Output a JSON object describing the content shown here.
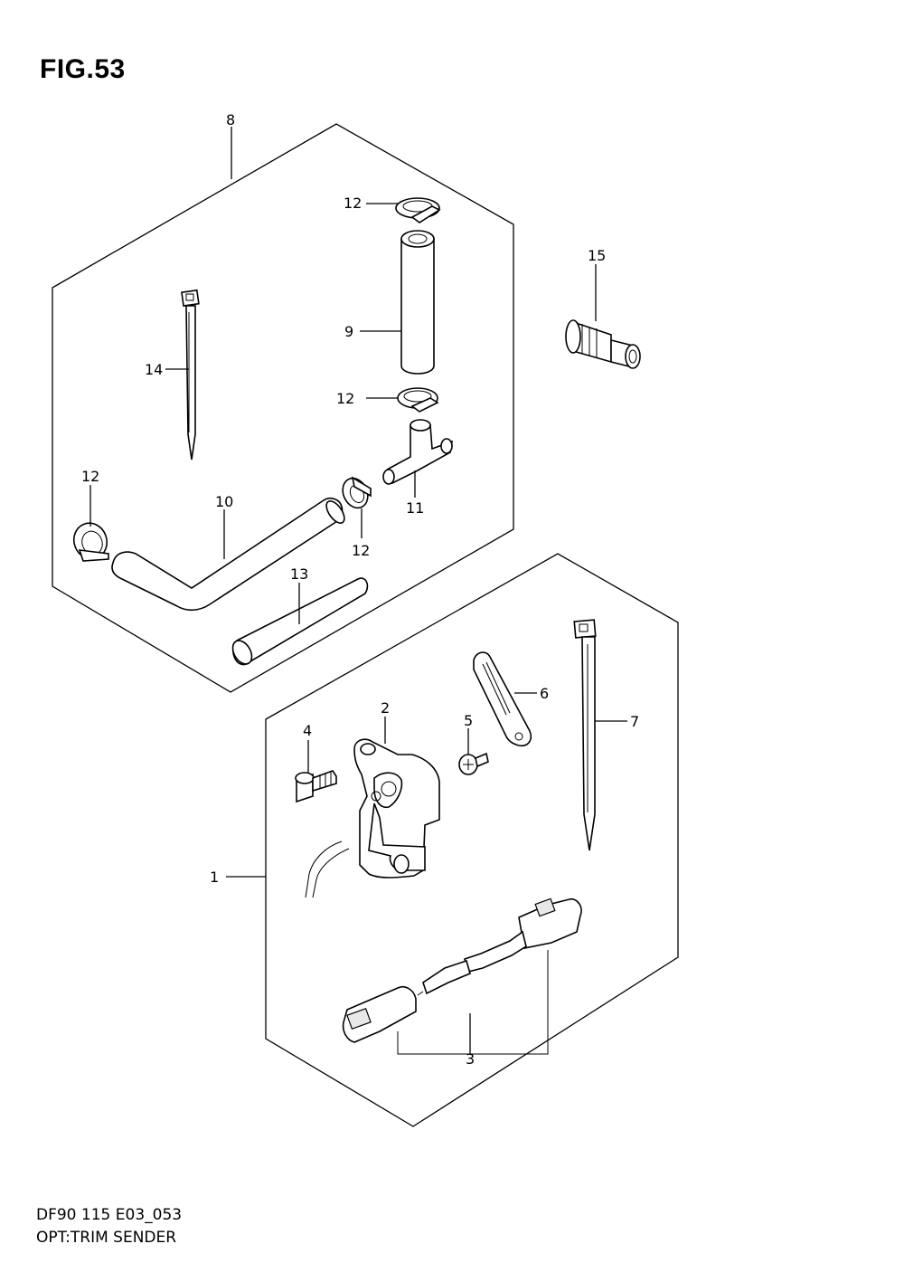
{
  "figure": {
    "title": "FIG.53",
    "code": "DF90 115 E03_053",
    "caption": "OPT:TRIM SENDER"
  },
  "callouts": [
    "1",
    "2",
    "3",
    "4",
    "5",
    "6",
    "7",
    "8",
    "9",
    "10",
    "11",
    "12",
    "12",
    "12",
    "12",
    "13",
    "14",
    "15"
  ]
}
